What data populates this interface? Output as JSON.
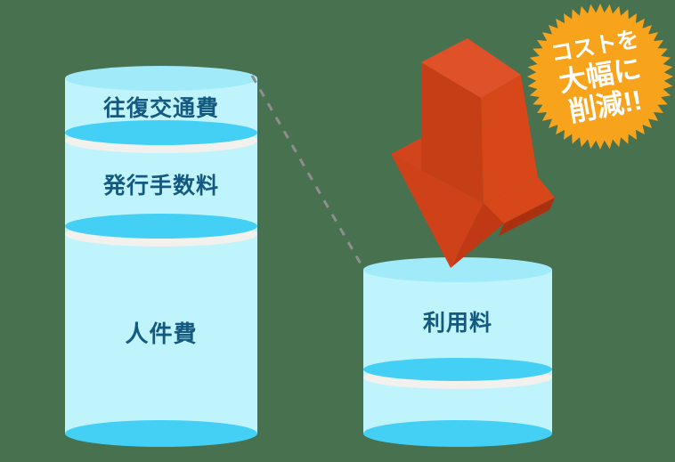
{
  "illustration": {
    "background_color": "#487150",
    "before_cylinder": {
      "segments": [
        {
          "label": "往復交通費"
        },
        {
          "label": "発行手数料"
        },
        {
          "label": "人件費"
        }
      ]
    },
    "after_cylinder": {
      "segments": [
        {
          "label": "利用料"
        }
      ]
    },
    "badge": {
      "line1": "コストを",
      "line2": "大幅に",
      "line3": "削減!!",
      "color": "#F7A31B",
      "text_color": "#FFFFFF"
    },
    "colors": {
      "cylinder_body": "#BFF4FD",
      "cylinder_top": "#A0EAFA",
      "cylinder_divider": "#44D0F5",
      "divider_gap": "#F2F1EE",
      "label_text": "#14597F",
      "dashed_line": "#8E8E8E",
      "arrow_top": "#DF5229",
      "arrow_front": "#C53E16",
      "arrow_right": "#D74719",
      "arrow_head_front": "#CF4219",
      "arrow_head_right": "#C13914",
      "arrow_wing_left": "#D2451C",
      "arrow_wing_under": "#A93110"
    }
  }
}
